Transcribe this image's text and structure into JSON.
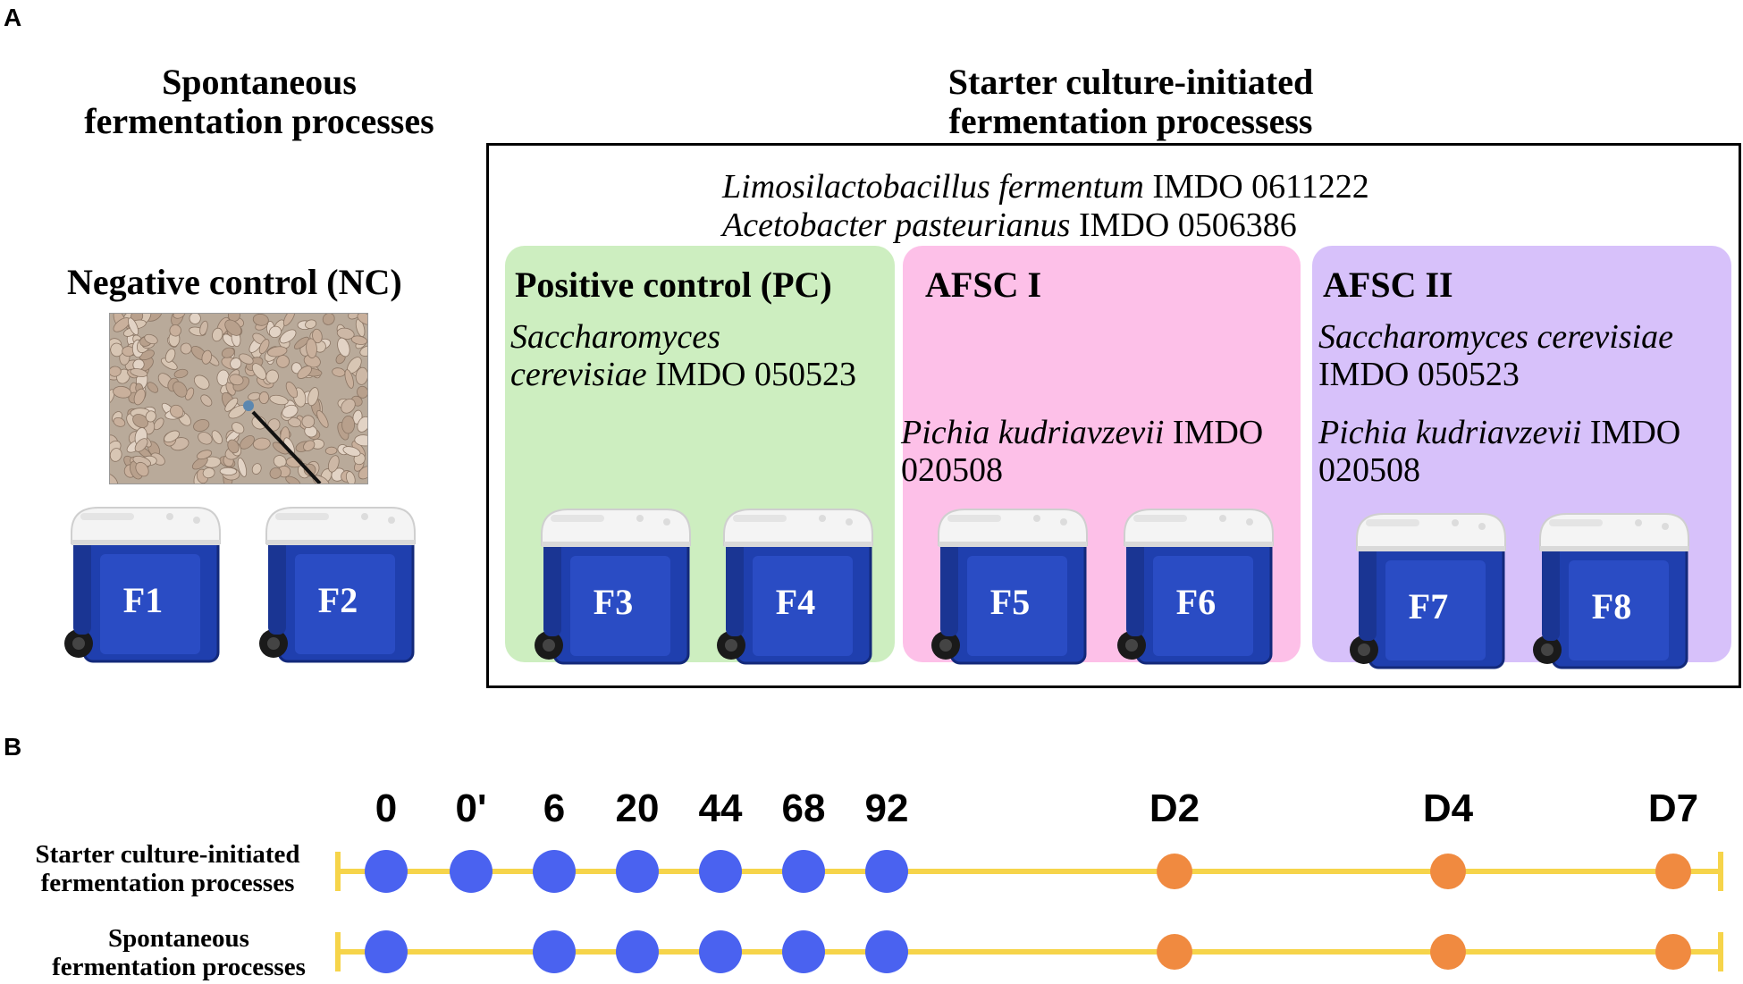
{
  "panels": {
    "a_label": "A",
    "b_label": "B"
  },
  "panel_a": {
    "spontaneous_heading": [
      "Spontaneous",
      "fermentation processes"
    ],
    "starter_heading": [
      "Starter culture-initiated",
      "fermentation processess"
    ],
    "shared_strains": [
      {
        "species": "Limosilactobacillus fermentum",
        "code": " IMDO 0611222"
      },
      {
        "species": "Acetobacter pasteurianus",
        "code": " IMDO 0506386"
      }
    ],
    "nc": {
      "title": "Negative control (NC)",
      "coolers": [
        "F1",
        "F2"
      ]
    },
    "pc": {
      "title": "Positive control (PC)",
      "strain_line1": "Saccharomyces",
      "strain_line2_species": "cerevisiae",
      "strain_line2_code": " IMDO 050523",
      "coolers": [
        "F3",
        "F4"
      ],
      "color": "#cdeec0"
    },
    "afsc1": {
      "title": "AFSC I",
      "strain_species": "Pichia kudriavzevii",
      "strain_code_a": " IMDO",
      "strain_code_b": "020508",
      "coolers": [
        "F5",
        "F6"
      ],
      "color": "#fdc0e8"
    },
    "afsc2": {
      "title": "AFSC II",
      "strain1_species": "Saccharomyces cerevisiae",
      "strain1_code": "IMDO 050523",
      "strain2_species": "Pichia kudriavzevii",
      "strain2_code_a": " IMDO",
      "strain2_code_b": "020508",
      "coolers": [
        "F7",
        "F8"
      ],
      "color": "#d7c1fa"
    }
  },
  "panel_b": {
    "timepoints": [
      "0",
      "0'",
      "6",
      "20",
      "44",
      "68",
      "92",
      "D2",
      "D4",
      "D7"
    ],
    "rows": [
      {
        "label": [
          "Starter culture-initiated",
          "fermentation processes"
        ],
        "points": [
          "0",
          "0'",
          "6",
          "20",
          "44",
          "68",
          "92",
          "D2",
          "D4",
          "D7"
        ]
      },
      {
        "label": [
          "Spontaneous",
          "fermentation processes"
        ],
        "points": [
          "0",
          "6",
          "20",
          "44",
          "68",
          "92",
          "D2",
          "D4",
          "D7"
        ]
      }
    ],
    "colors": {
      "hours": "#4a62f0",
      "days": "#f08a40",
      "line": "#f6d44a"
    }
  }
}
